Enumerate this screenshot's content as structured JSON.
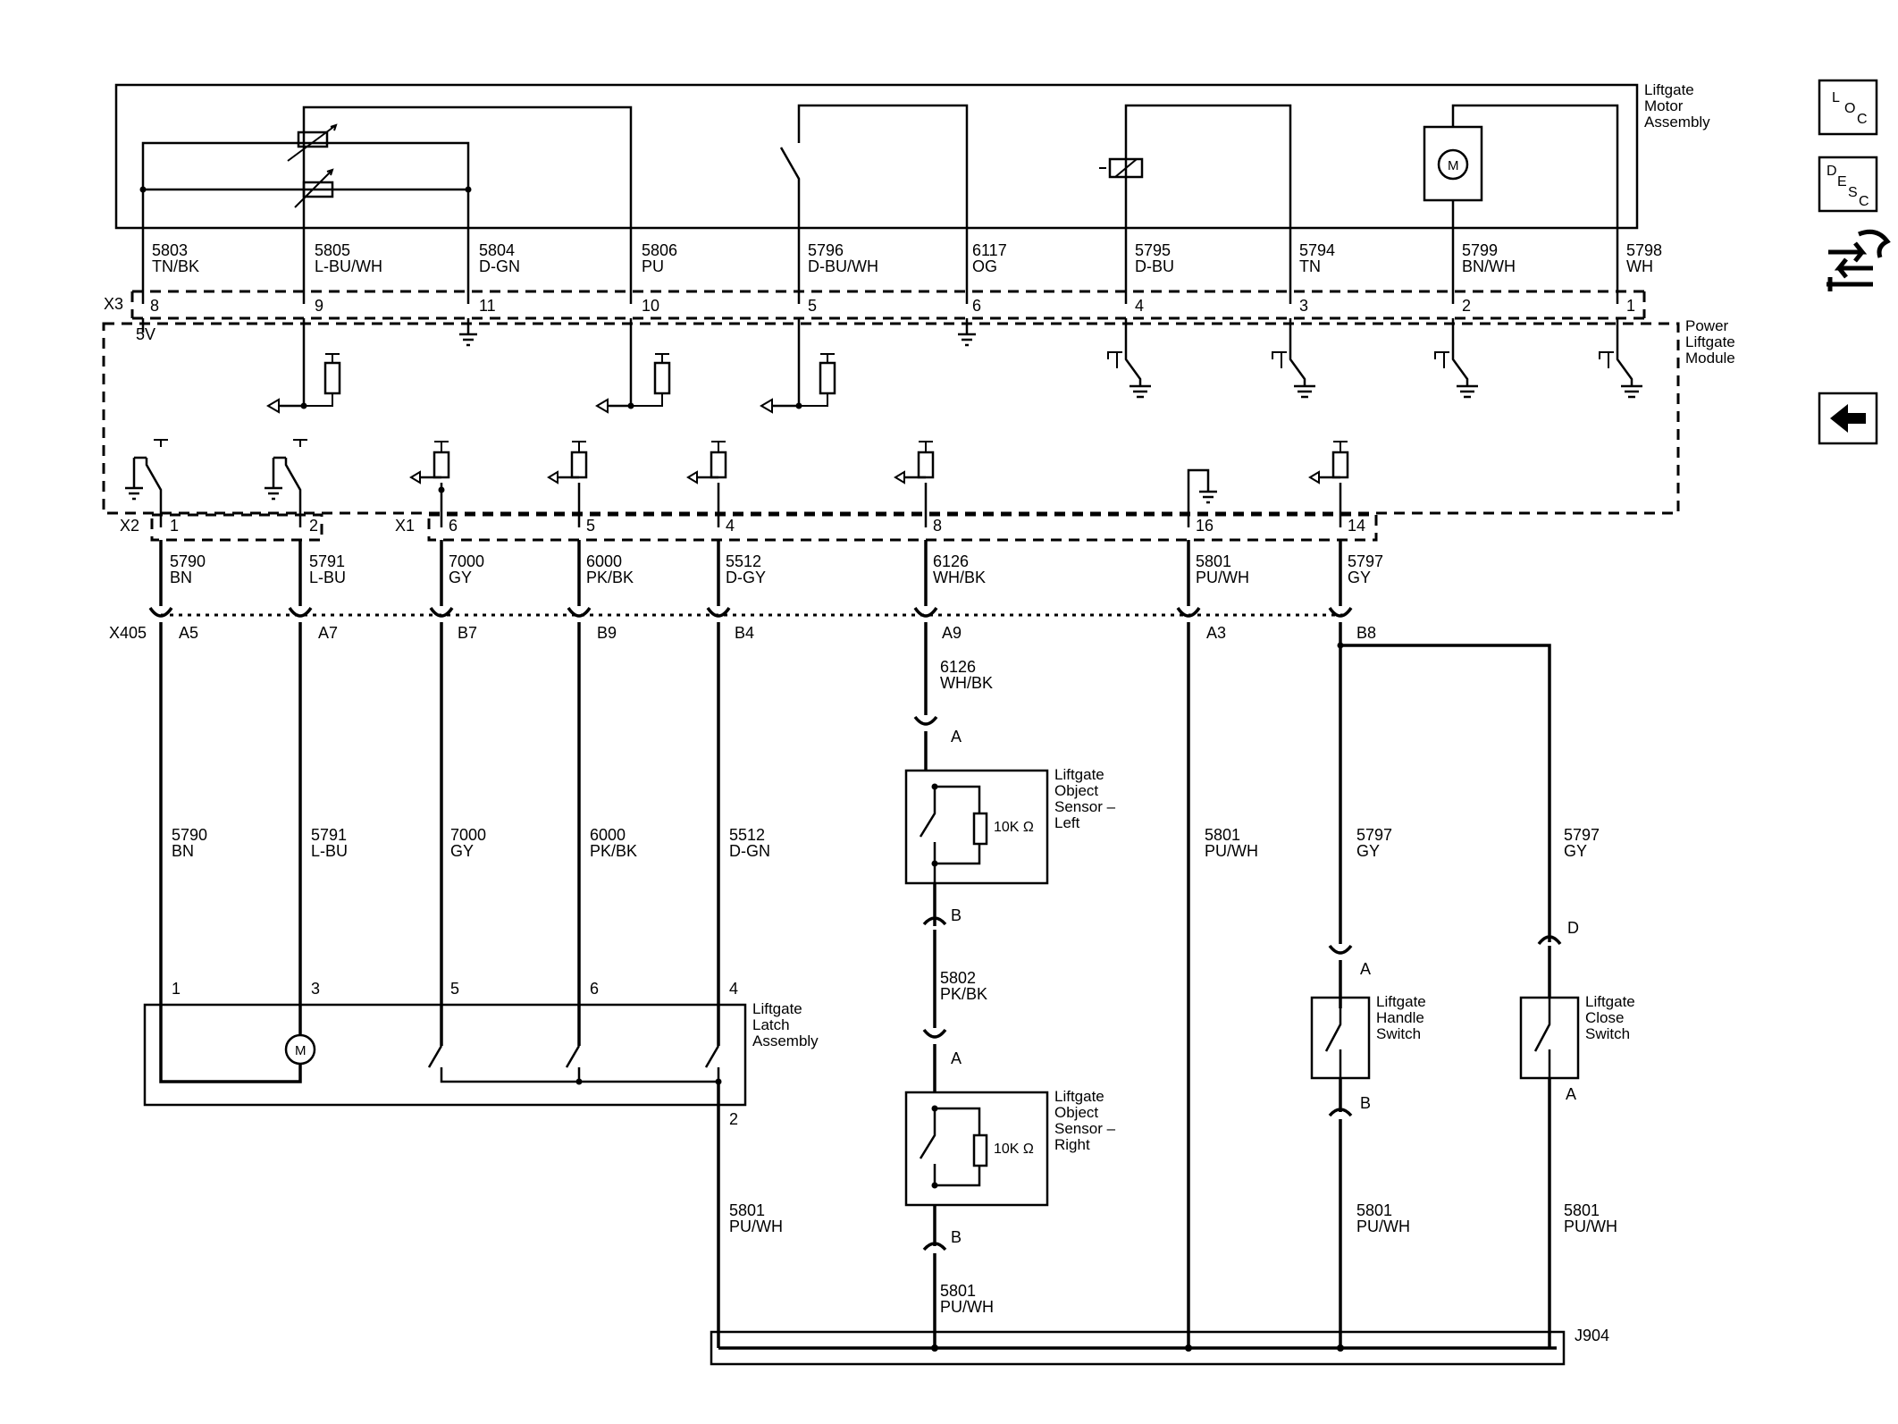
{
  "components": {
    "motor_assembly": [
      "Liftgate",
      "Motor",
      "Assembly"
    ],
    "power_module": [
      "Power",
      "Liftgate",
      "Module"
    ],
    "latch_assembly": [
      "Liftgate",
      "Latch",
      "Assembly"
    ],
    "object_sensor_left": [
      "Liftgate",
      "Object",
      "Sensor –",
      "Left"
    ],
    "object_sensor_right": [
      "Liftgate",
      "Object",
      "Sensor –",
      "Right"
    ],
    "handle_switch": [
      "Liftgate",
      "Handle",
      "Switch"
    ],
    "close_switch": [
      "Liftgate",
      "Close",
      "Switch"
    ],
    "motor_symbol": "M",
    "resistor_value": "10K Ω",
    "supply_5v": "5V"
  },
  "connectors": {
    "x3": "X3",
    "x2": "X2",
    "x1": "X1",
    "x405": "X405",
    "j904": "J904"
  },
  "top_wires": [
    {
      "circuit": "5803",
      "color": "TN/BK",
      "pin": "8"
    },
    {
      "circuit": "5805",
      "color": "L-BU/WH",
      "pin": "9"
    },
    {
      "circuit": "5804",
      "color": "D-GN",
      "pin": "11"
    },
    {
      "circuit": "5806",
      "color": "PU",
      "pin": "10"
    },
    {
      "circuit": "5796",
      "color": "D-BU/WH",
      "pin": "5"
    },
    {
      "circuit": "6117",
      "color": "OG",
      "pin": "6"
    },
    {
      "circuit": "5795",
      "color": "D-BU",
      "pin": "4"
    },
    {
      "circuit": "5794",
      "color": "TN",
      "pin": "3"
    },
    {
      "circuit": "5799",
      "color": "BN/WH",
      "pin": "2"
    },
    {
      "circuit": "5798",
      "color": "WH",
      "pin": "1"
    }
  ],
  "mid_wires": [
    {
      "pin": "1",
      "circuit": "5790",
      "color": "BN",
      "x405": "A5"
    },
    {
      "pin": "2",
      "circuit": "5791",
      "color": "L-BU",
      "x405": "A7"
    },
    {
      "pin": "6",
      "circuit": "7000",
      "color": "GY",
      "x405": "B7"
    },
    {
      "pin": "5",
      "circuit": "6000",
      "color": "PK/BK",
      "x405": "B9"
    },
    {
      "pin": "4",
      "circuit": "5512",
      "color": "D-GY",
      "x405": "B4"
    },
    {
      "pin": "8",
      "circuit": "6126",
      "color": "WH/BK",
      "x405": "A9"
    },
    {
      "pin": "16",
      "circuit": "5801",
      "color": "PU/WH",
      "x405": "A3"
    },
    {
      "pin": "14",
      "circuit": "5797",
      "color": "GY",
      "x405": "B8"
    }
  ],
  "lower_wires": {
    "w5790": {
      "circuit": "5790",
      "color": "BN"
    },
    "w5791": {
      "circuit": "5791",
      "color": "L-BU"
    },
    "w7000": {
      "circuit": "7000",
      "color": "GY"
    },
    "w6000": {
      "circuit": "6000",
      "color": "PK/BK"
    },
    "w5512": {
      "circuit": "5512",
      "color": "D-GN"
    },
    "w5801": {
      "circuit": "5801",
      "color": "PU/WH"
    },
    "w5797a": {
      "circuit": "5797",
      "color": "GY"
    },
    "w5797b": {
      "circuit": "5797",
      "color": "GY"
    },
    "w6126": {
      "circuit": "6126",
      "color": "WH/BK"
    },
    "w5802": {
      "circuit": "5802",
      "color": "PK/BK"
    },
    "w5801_latch": {
      "circuit": "5801",
      "color": "PU/WH"
    },
    "w5801_sensor": {
      "circuit": "5801",
      "color": "PU/WH"
    },
    "w5801_handle": {
      "circuit": "5801",
      "color": "PU/WH"
    },
    "w5801_close": {
      "circuit": "5801",
      "color": "PU/WH"
    }
  },
  "latch_pins": {
    "p1": "1",
    "p3": "3",
    "p5": "5",
    "p6": "6",
    "p4": "4",
    "p2": "2"
  },
  "connector_terminals": {
    "a": "A",
    "b": "B",
    "d": "D"
  },
  "nav": {
    "loc": [
      "L",
      "O",
      "C"
    ],
    "desc": [
      "D",
      "E",
      "S",
      "C"
    ]
  }
}
